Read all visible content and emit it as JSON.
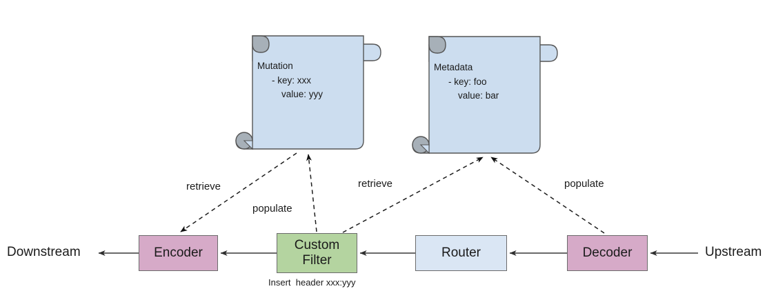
{
  "diagram": {
    "title": "Envoy filter chain with Mutation and Metadata documents",
    "colors": {
      "pink": "#d6aac8",
      "green": "#b4d4a0",
      "blue": "#dae6f4",
      "doc_fill": "#ccddef",
      "doc_curl": "#9aa5ae",
      "stroke": "#6b6b6b",
      "line": "#3a3a3a"
    }
  },
  "documents": [
    {
      "name": "mutation-document",
      "title": "Mutation",
      "line1": "- key: xxx",
      "line2": "value: yyy"
    },
    {
      "name": "metadata-document",
      "title": "Metadata",
      "line1": "- key: foo",
      "line2": "value: bar"
    }
  ],
  "nodes": [
    {
      "name": "encoder-node",
      "label": "Encoder",
      "color": "pink"
    },
    {
      "name": "custom-filter-node",
      "label": "Custom\nFilter",
      "color": "green"
    },
    {
      "name": "router-node",
      "label": "Router",
      "color": "blue"
    },
    {
      "name": "decoder-node",
      "label": "Decoder",
      "color": "pink"
    }
  ],
  "node_labels": {
    "encoder": "Encoder",
    "custom_filter_line1": "Custom",
    "custom_filter_line2": "Filter",
    "router": "Router",
    "decoder": "Decoder"
  },
  "side_labels": {
    "downstream": "Downstream",
    "upstream": "Upstream"
  },
  "edge_labels": {
    "retrieve_left": "retrieve",
    "populate_left": "populate",
    "retrieve_right": "retrieve",
    "populate_right": "populate"
  },
  "captions": {
    "insert_header": "Insert  header xxx:yyy",
    "clipped_line": "        "
  }
}
